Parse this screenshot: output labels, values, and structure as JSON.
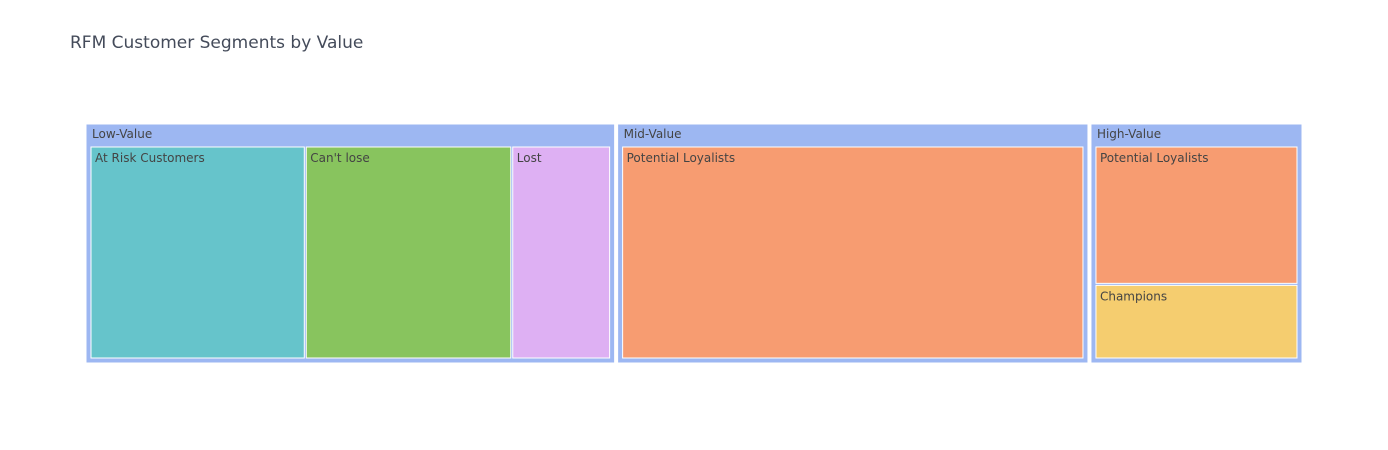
{
  "chart_data": {
    "type": "treemap",
    "title": "RFM Customer Segments by Value",
    "groups": [
      {
        "name": "Low-Value",
        "color": "#9db7f2",
        "children": [
          {
            "name": "At Risk Customers",
            "value": 218,
            "color": "#66c4cb"
          },
          {
            "name": "Can't lose",
            "value": 209,
            "color": "#88c45e"
          },
          {
            "name": "Lost",
            "value": 99,
            "color": "#deb0f3"
          }
        ]
      },
      {
        "name": "Mid-Value",
        "color": "#9db7f2",
        "children": [
          {
            "name": "Potential Loyalists",
            "value": 468,
            "color": "#f79c71"
          }
        ]
      },
      {
        "name": "High-Value",
        "color": "#9db7f2",
        "children": [
          {
            "name": "Potential Loyalists",
            "value": 137,
            "color": "#f79c71"
          },
          {
            "name": "Champions",
            "value": 73,
            "color": "#f5cd6f"
          }
        ]
      }
    ]
  }
}
